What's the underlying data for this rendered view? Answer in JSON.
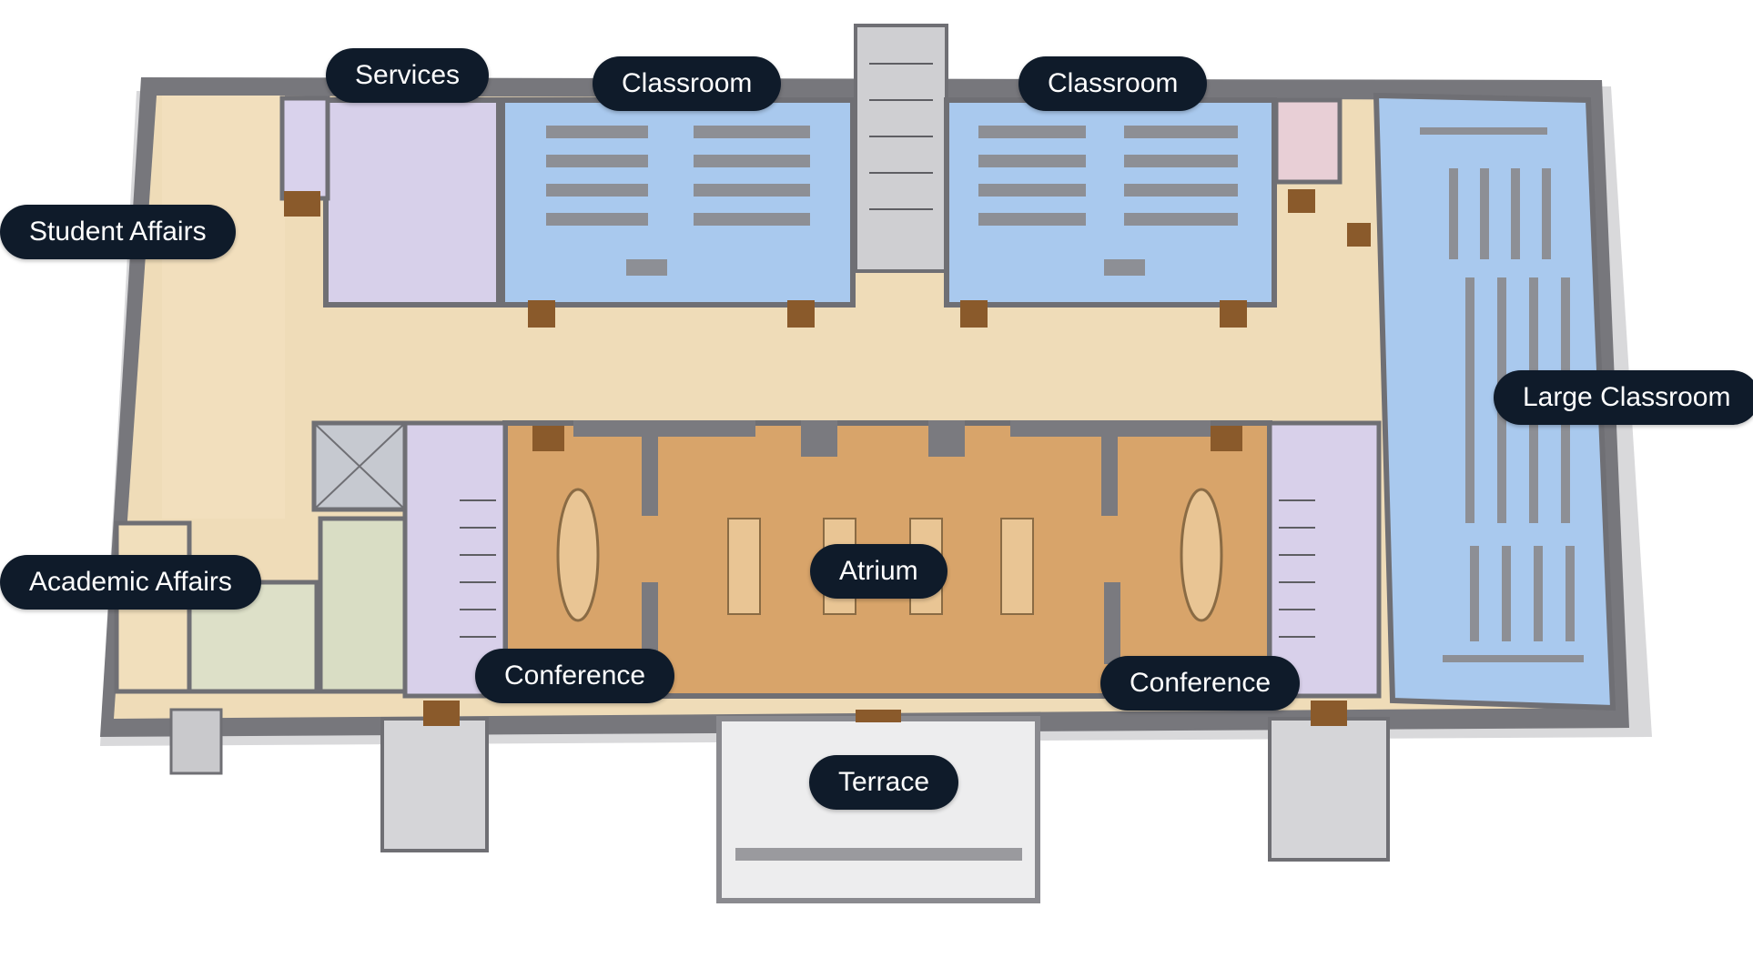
{
  "map": {
    "colors": {
      "wall": "#6f6f74",
      "wall_light": "#b9b9bd",
      "corridor": "#efdcb8",
      "classroom": "#a9c9ee",
      "services": "#d7d0ea",
      "stair_room": "#d8d0ea",
      "atrium": "#d8a46a",
      "pink_room": "#e8cfd6",
      "green_room": "#d9ddc4",
      "terrace": "#e9e9ea",
      "door": "#8a5a2b",
      "label_bg": "#0f1b2a",
      "label_text": "#ffffff"
    },
    "labels": {
      "services": "Services",
      "classroom_left": "Classroom",
      "classroom_right": "Classroom",
      "student_affairs": "Student Affairs",
      "large_classroom": "Large Classroom",
      "academic_affairs": "Academic Affairs",
      "atrium": "Atrium",
      "conference_left": "Conference",
      "conference_right": "Conference",
      "terrace": "Terrace"
    }
  }
}
